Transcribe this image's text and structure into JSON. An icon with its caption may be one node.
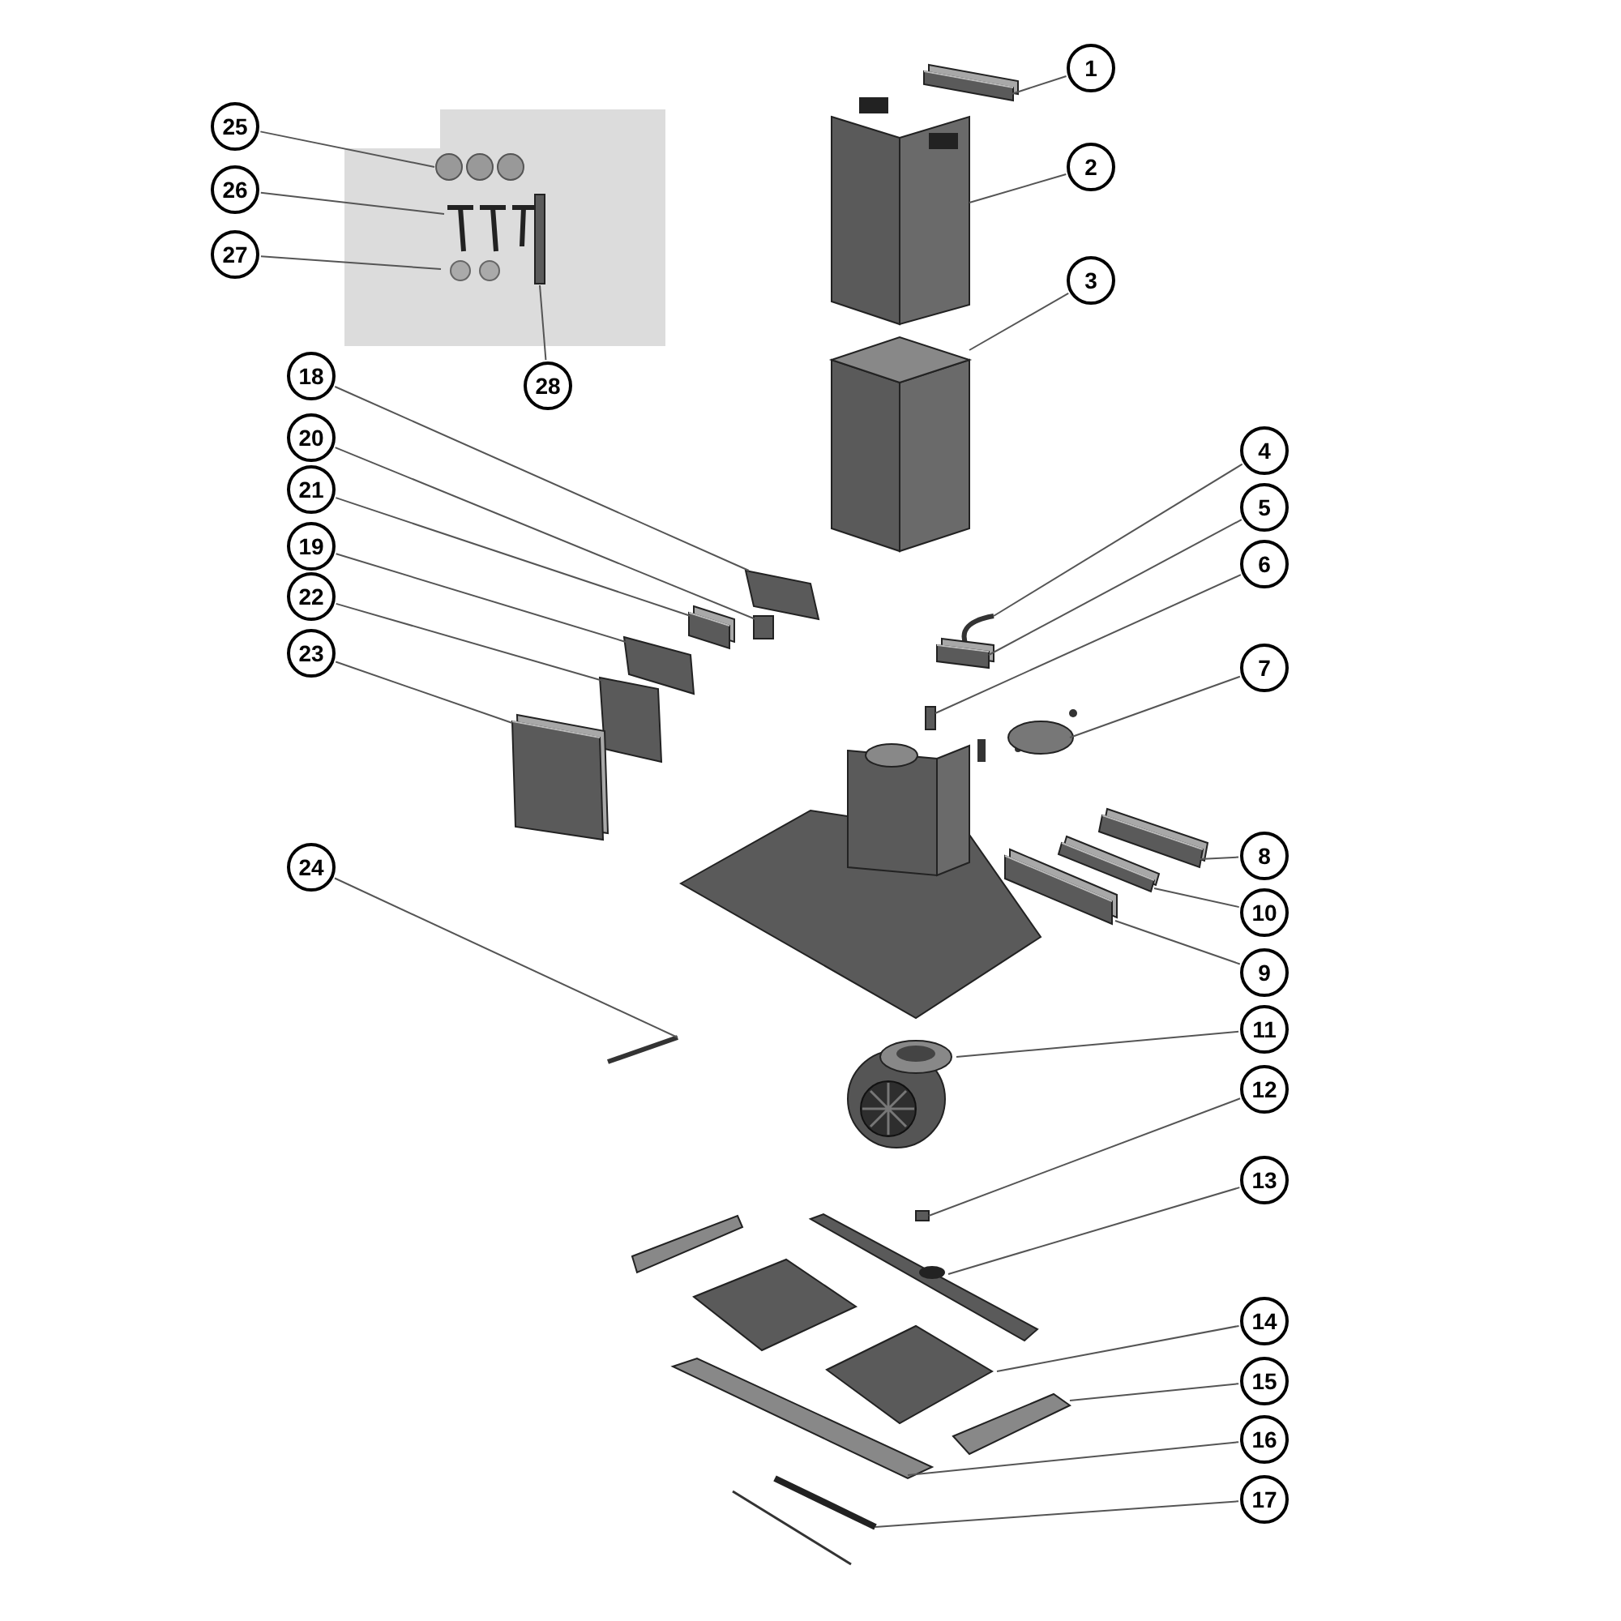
{
  "diagram": {
    "nodes": [
      {
        "text": [
          "25"
        ]
      },
      {
        "text": [],
        "shape": "picture"
      },
      {
        "text": [
          "26"
        ]
      },
      {
        "text": [],
        "shape": "picture"
      },
      {
        "text": [
          "27"
        ]
      },
      {
        "text": [],
        "shape": "picture"
      },
      {
        "text": [
          "28"
        ]
      },
      {
        "text": [],
        "shape": "box"
      },
      {
        "text": [
          "1"
        ]
      },
      {
        "text": [],
        "shape": "picture"
      },
      {
        "text": [
          "2"
        ]
      },
      {
        "text": [],
        "shape": "picture"
      },
      {
        "text": [
          "3"
        ]
      },
      {
        "text": [],
        "shape": "picture"
      },
      {
        "text": [
          "4"
        ]
      },
      {
        "text": [],
        "shape": "picture"
      },
      {
        "text": [
          "5"
        ]
      },
      {
        "text": [],
        "shape": "picture"
      },
      {
        "text": [
          "6"
        ]
      },
      {
        "text": [],
        "shape": "box"
      },
      {
        "text": [
          "7"
        ]
      },
      {
        "text": [],
        "shape": "picture"
      },
      {
        "text": [
          "18"
        ]
      },
      {
        "text": [],
        "shape": "picture"
      },
      {
        "text": [
          "20"
        ]
      },
      {
        "text": [],
        "shape": "box"
      },
      {
        "text": [
          "21"
        ]
      },
      {
        "text": [],
        "shape": "picture"
      },
      {
        "text": [
          "19"
        ]
      },
      {
        "text": [],
        "shape": "picture"
      },
      {
        "text": [
          "22"
        ]
      },
      {
        "text": [],
        "shape": "picture"
      },
      {
        "text": [
          "23"
        ]
      },
      {
        "text": [],
        "shape": "picture"
      },
      {
        "text": [
          "8"
        ]
      },
      {
        "text": [],
        "shape": "picture"
      },
      {
        "text": [
          "10"
        ]
      },
      {
        "text": [],
        "shape": "picture"
      },
      {
        "text": [
          "9"
        ]
      },
      {
        "text": [],
        "shape": "picture"
      },
      {
        "text": [
          "11"
        ]
      },
      {
        "text": [],
        "shape": "picture"
      },
      {
        "text": [
          "24"
        ]
      },
      {
        "text": [],
        "shape": "picture"
      },
      {
        "text": [
          "12"
        ]
      },
      {
        "text": [],
        "shape": "box"
      },
      {
        "text": [
          "13"
        ]
      },
      {
        "text": [],
        "shape": "picture"
      },
      {
        "text": [
          "14"
        ]
      },
      {
        "text": [],
        "shape": "picture"
      },
      {
        "text": [
          "15"
        ]
      },
      {
        "text": [],
        "shape": "picture"
      },
      {
        "text": [
          "16"
        ]
      },
      {
        "text": [],
        "shape": "picture"
      },
      {
        "text": [
          "17"
        ]
      },
      {
        "text": [],
        "shape": "picture"
      }
    ],
    "edges": [
      {
        "from": 0,
        "to": 1,
        "arrow": "none"
      },
      {
        "from": 2,
        "to": 3,
        "arrow": "none"
      },
      {
        "from": 4,
        "to": 5,
        "arrow": "none"
      },
      {
        "from": 6,
        "to": 7,
        "arrow": "none"
      },
      {
        "from": 8,
        "to": 9,
        "arrow": "none"
      },
      {
        "from": 10,
        "to": 11,
        "arrow": "none"
      },
      {
        "from": 12,
        "to": 13,
        "arrow": "none"
      },
      {
        "from": 14,
        "to": 15,
        "arrow": "none"
      },
      {
        "from": 16,
        "to": 17,
        "arrow": "none"
      },
      {
        "from": 18,
        "to": 19,
        "arrow": "none"
      },
      {
        "from": 20,
        "to": 21,
        "arrow": "none"
      },
      {
        "from": 22,
        "to": 23,
        "arrow": "none"
      },
      {
        "from": 24,
        "to": 25,
        "arrow": "none"
      },
      {
        "from": 26,
        "to": 27,
        "arrow": "none"
      },
      {
        "from": 28,
        "to": 29,
        "arrow": "none"
      },
      {
        "from": 30,
        "to": 31,
        "arrow": "none"
      },
      {
        "from": 32,
        "to": 33,
        "arrow": "none"
      },
      {
        "from": 34,
        "to": 35,
        "arrow": "none"
      },
      {
        "from": 36,
        "to": 37,
        "arrow": "none"
      },
      {
        "from": 38,
        "to": 39,
        "arrow": "none"
      },
      {
        "from": 40,
        "to": 41,
        "arrow": "none"
      },
      {
        "from": 42,
        "to": 43,
        "arrow": "none"
      },
      {
        "from": 44,
        "to": 45,
        "arrow": "none"
      },
      {
        "from": 46,
        "to": 47,
        "arrow": "none"
      },
      {
        "from": 48,
        "to": 49,
        "arrow": "none"
      },
      {
        "from": 50,
        "to": 51,
        "arrow": "none"
      },
      {
        "from": 52,
        "to": 53,
        "arrow": "none"
      },
      {
        "from": 54,
        "to": 55,
        "arrow": "none"
      }
    ]
  }
}
